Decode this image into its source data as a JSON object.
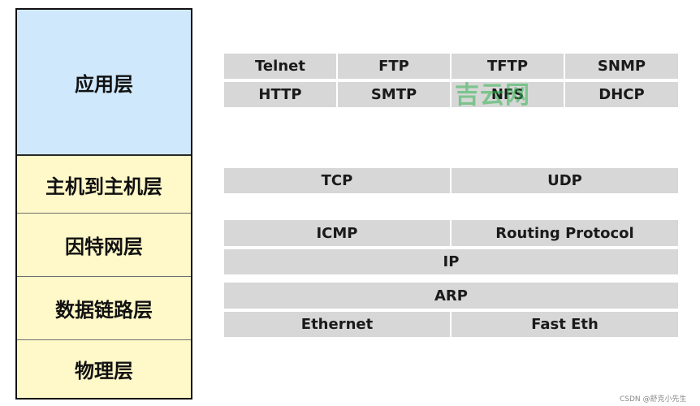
{
  "layers": {
    "application": "应用层",
    "host_to_host": "主机到主机层",
    "internet": "因特网层",
    "data_link": "数据链路层",
    "physical": "物理层"
  },
  "protocols": {
    "row1": [
      "Telnet",
      "FTP",
      "TFTP",
      "SNMP"
    ],
    "row2": [
      "HTTP",
      "SMTP",
      "NFS",
      "DHCP"
    ],
    "transport": [
      "TCP",
      "UDP"
    ],
    "internet_upper": [
      "ICMP",
      "Routing Protocol"
    ],
    "ip": "IP",
    "arp": "ARP",
    "link": [
      "Ethernet",
      "Fast Eth"
    ]
  },
  "watermark": "吉云网",
  "credit": "CSDN @舒克小先生",
  "colors": {
    "application_layer_bg": "#cfe8fb",
    "lower_layers_bg": "#fff8c8",
    "protocol_cell_bg": "#d7d7d7"
  }
}
